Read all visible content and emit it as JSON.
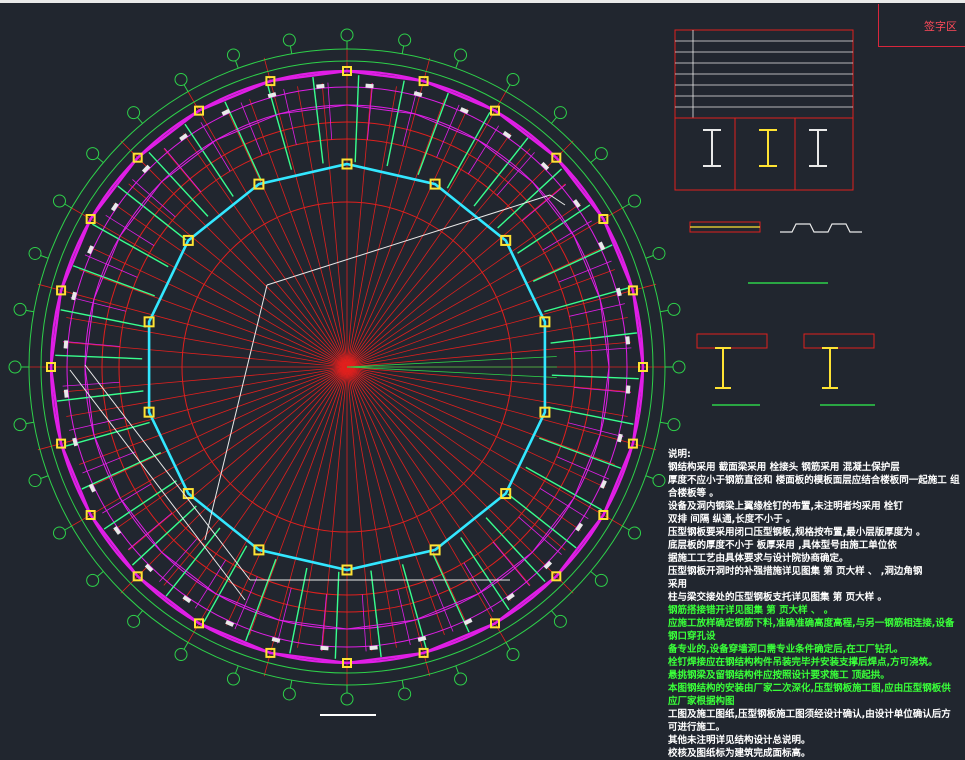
{
  "title_block": {
    "label": "签字区"
  },
  "notes": {
    "heading": "说明:",
    "white_lines": [
      "钢结构采用        截面梁采用      栓接头 钢筋采用          混凝土保护层",
      "厚度不应小于钢筋直径和      楼面板的模板面层应结合楼板同一起施工 组",
      "合楼板等            。",
      "设备及洞内钢梁上翼缘栓钉的布置,未注明者均采用                    栓钉",
      "双排 间隔     纵通,长度不小于     。",
      "压型钢板要采用闭口压型钢板,规格按布置,最小层版厚度为          。",
      "底层板的厚度不小于            板厚采用             ,具体型号由施工单位依",
      "据施工工艺由具体要求与设计院协商确定。",
      "压型钢板开洞时的补强措施详见图集              第   页大样 、 ,洞边角钢",
      "采用",
      "柱与梁交接处的压型钢板支托详见图集              第   页大样 。"
    ],
    "green_lines": [
      "钢筋搭接错开详见图集              第   页大样 、 。",
      "应施工放样确定钢筋下料,准确准确高度高程,与另一钢筋相连接,设备钢口穿孔设",
      "备专业的,设备穿墙洞口需专业条件确定后,在工厂钻孔。",
      "栓钉焊接应在钢结构构件吊装完毕并安装支撑后焊点,方可浇筑。",
      "悬挑钢梁及留钢结构件应按照设计要求施工         顶起拱。",
      "本图钢结构的安装由厂家二次深化,压型钢板施工图,应由压型钢板供应厂家根据构图"
    ],
    "white_tail": [
      "工图及施工图纸,压型钢板施工图须经设计确认,由设计单位确认后方可进行施工。",
      "其他未注明详见结构设计总说明。",
      "校核及图纸标为建筑完成面标高。"
    ]
  },
  "colors": {
    "background": "#21262f",
    "grid_green": "#2ed14a",
    "magenta": "#e01ee6",
    "radial_red": "#e0201e",
    "cyan": "#33e7ff",
    "yellow": "#ffe333",
    "beam_green": "#38ff8e",
    "white": "#e9e9e9",
    "title_red": "#d9263c"
  }
}
